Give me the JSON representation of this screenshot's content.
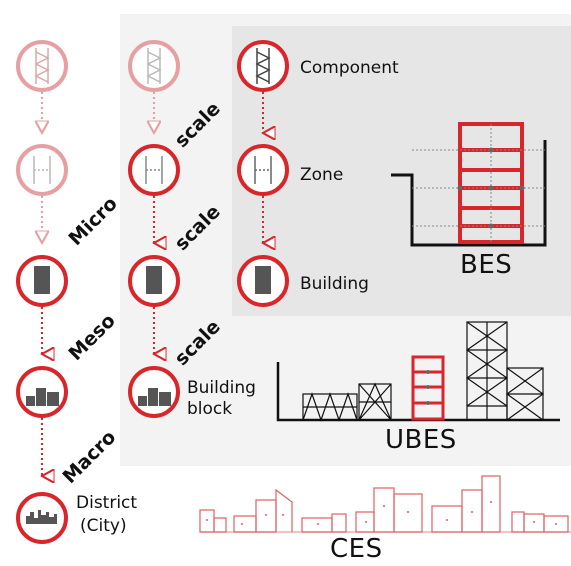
{
  "colors": {
    "red": "#d9262b",
    "faded_red": "#e7a0a2",
    "gray_dark": "#555555",
    "panel_outer": "#f2f2f2",
    "panel_mid": "#e8e8e8",
    "panel_inner": "#dcdcdc"
  },
  "levels": {
    "component": "Component",
    "zone": "Zone",
    "building": "Building",
    "building_block_line1": "Building",
    "building_block_line2": "block",
    "district_line1": "District",
    "district_line2": "(City)"
  },
  "scales": {
    "micro": "Micro",
    "meso": "Meso",
    "macro": "Macro",
    "scale": "scale"
  },
  "models": {
    "bes": "BES",
    "ubes": "UBES",
    "ces": "CES"
  },
  "icons": [
    "truss-icon",
    "zone-icon",
    "building-icon",
    "building-block-icon",
    "skyline-icon"
  ]
}
